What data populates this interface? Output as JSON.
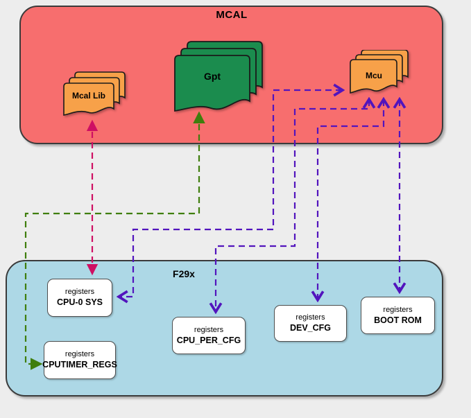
{
  "canvas": {
    "background": "#EDEDED"
  },
  "mcal_container": {
    "title": "MCAL",
    "fill": "#F76E6E",
    "border": "#3B3B3B"
  },
  "f29x_container": {
    "title": "F29x",
    "fill": "#ADD8E6",
    "border": "#3B3B3B"
  },
  "modules": {
    "mcal_lib": {
      "label": "Mcal Lib",
      "fill": "#F7A149",
      "stroke": "#1A1A1A"
    },
    "gpt": {
      "label": "Gpt",
      "fill": "#1B8C4E",
      "stroke": "#1A1A1A"
    },
    "mcu": {
      "label": "Mcu",
      "fill": "#F7A149",
      "stroke": "#1A1A1A"
    }
  },
  "registers": {
    "cpu0_sys": {
      "kind": "registers",
      "name": "CPU-0 SYS"
    },
    "cputimer_regs": {
      "kind": "registers",
      "name": "CPUTIMER_REGS"
    },
    "cpu_per_cfg": {
      "kind": "registers",
      "name": "CPU_PER_CFG"
    },
    "dev_cfg": {
      "kind": "registers",
      "name": "DEV_CFG"
    },
    "boot_rom": {
      "kind": "registers",
      "name": "BOOT ROM"
    }
  },
  "connector_colors": {
    "pink": "#CE0F63",
    "green": "#3F7E0D",
    "purple": "#5214BD"
  }
}
